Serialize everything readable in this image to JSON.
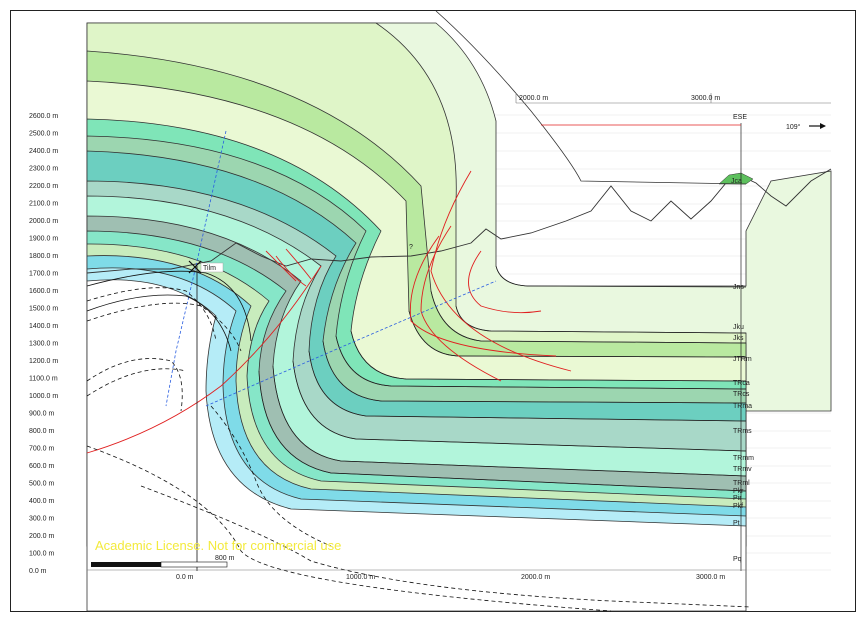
{
  "section": {
    "direction_label": "ESE",
    "azimuth_label": "109°",
    "watermark": "Academic License. Not for commercial use",
    "scale_bar_label": "800 m",
    "well_label": "Tilm",
    "question_mark": "?",
    "elevation_axis": [
      "2600.0 m",
      "2500.0 m",
      "2400.0 m",
      "2300.0 m",
      "2200.0 m",
      "2100.0 m",
      "2000.0 m",
      "1900.0 m",
      "1800.0 m",
      "1700.0 m",
      "1600.0 m",
      "1500.0 m",
      "1400.0 m",
      "1300.0 m",
      "1200.0 m",
      "1100.0 m",
      "1000.0 m",
      "900.0 m",
      "800.0 m",
      "700.0 m",
      "600.0 m",
      "500.0 m",
      "400.0 m",
      "300.0 m",
      "200.0 m",
      "100.0 m",
      "0.0 m"
    ],
    "distance_axis_bottom": [
      "0.0 m",
      "1000.0 m",
      "2000.0 m",
      "3000.0 m"
    ],
    "distance_axis_top": [
      "2000.0 m",
      "3000.0 m"
    ],
    "formations": [
      "Jca",
      "Jns",
      "Jku",
      "Jks",
      "JTRm",
      "TRca",
      "TRcs",
      "TRma",
      "TRms",
      "TRmm",
      "TRmv",
      "TRml",
      "Pkr",
      "Pir",
      "Pkf",
      "Pt",
      "Pq"
    ]
  }
}
